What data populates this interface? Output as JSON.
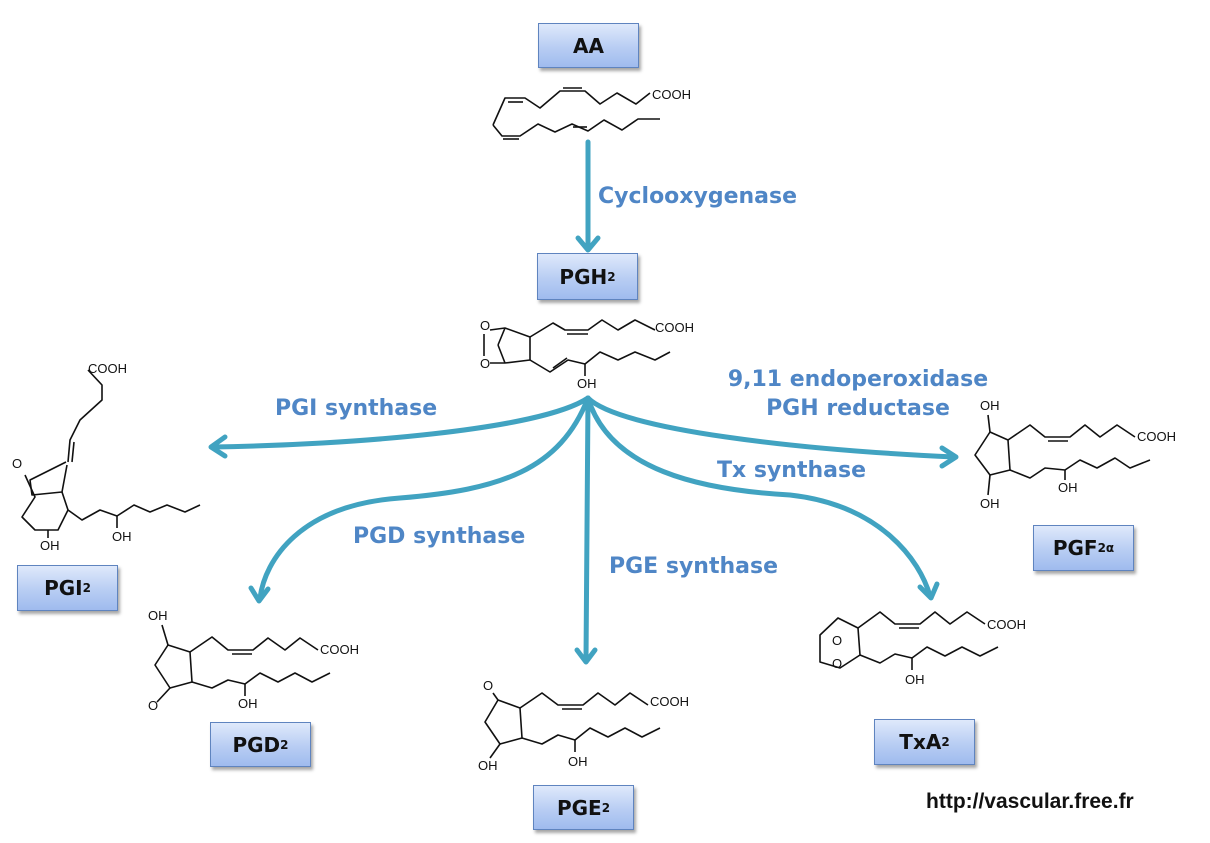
{
  "compounds": {
    "aa": {
      "label": "AA",
      "sub": ""
    },
    "pgh2": {
      "label": "PGH",
      "sub": "2"
    },
    "pgi2": {
      "label": "PGI",
      "sub": "2"
    },
    "pgd2": {
      "label": "PGD",
      "sub": "2"
    },
    "pge2": {
      "label": "PGE",
      "sub": "2"
    },
    "txa2": {
      "label": "TxA",
      "sub": "2"
    },
    "pgf2a": {
      "label": "PGF",
      "sub": "2α"
    }
  },
  "enzymes": {
    "cyclooxygenase": "Cyclooxygenase",
    "pgi_synthase": "PGI synthase",
    "pgd_synthase": "PGD synthase",
    "pge_synthase": "PGE synthase",
    "tx_synthase": "Tx synthase",
    "endoperoxidase_line1": "9,11 endoperoxidase",
    "endoperoxidase_line2": "PGH reductase"
  },
  "structure_labels": {
    "cooh": "COOH",
    "oh": "OH",
    "o": "O"
  },
  "colors": {
    "arrow": "#41a3c1",
    "enzyme_text": "#4f86c6",
    "box_border": "#5f84bf"
  },
  "footer": {
    "url": "http://vascular.free.fr"
  }
}
